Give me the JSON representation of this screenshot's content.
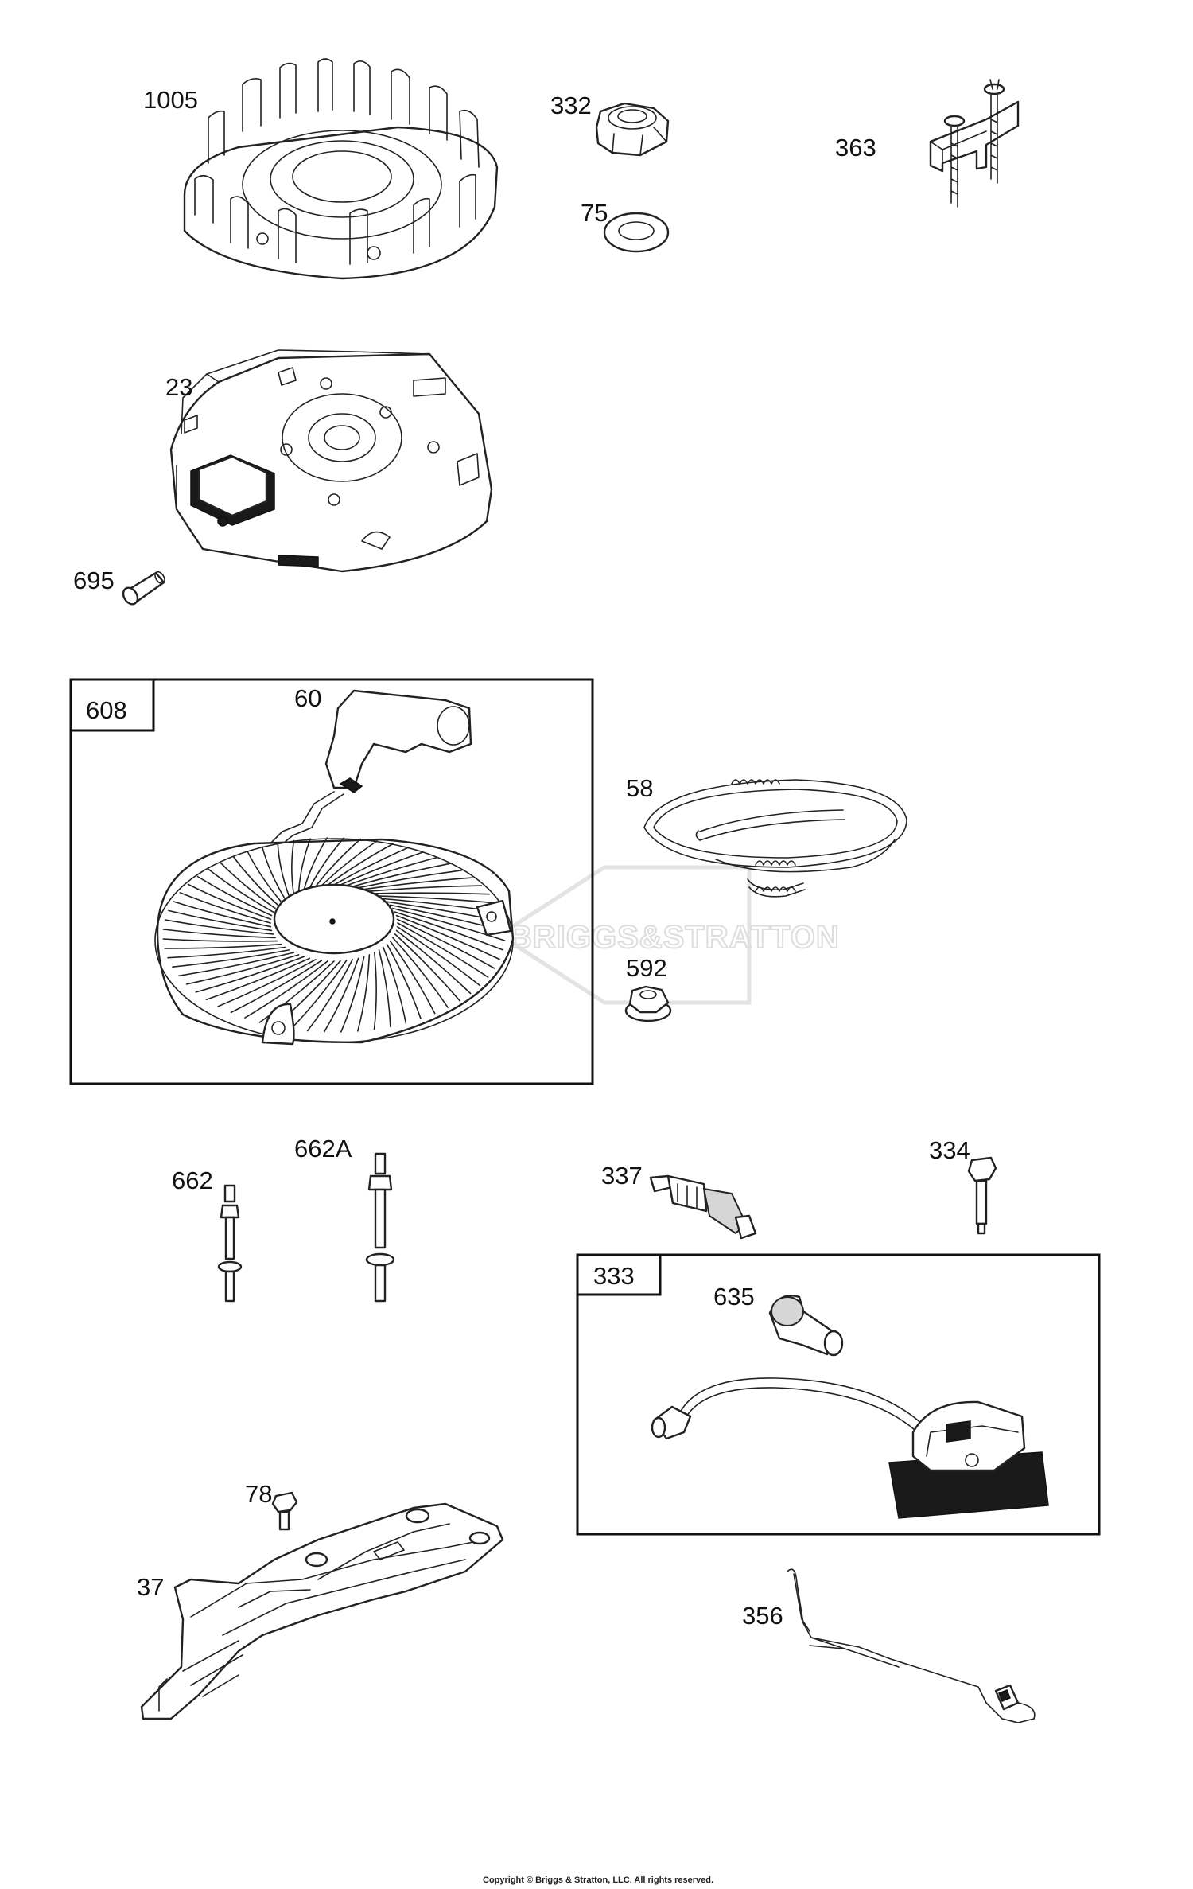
{
  "diagram": {
    "part_labels": {
      "p1005": "1005",
      "p332": "332",
      "p75": "75",
      "p363": "363",
      "p23": "23",
      "p695": "695",
      "p60": "60",
      "p58": "58",
      "p592": "592",
      "p662": "662",
      "p662a": "662A",
      "p337": "337",
      "p334": "334",
      "p635": "635",
      "p78": "78",
      "p37": "37",
      "p356": "356"
    },
    "kit_boxes": {
      "k608": "608",
      "k333": "333"
    },
    "watermark": "BRIGGS&STRATTON",
    "copyright": "Copyright © Briggs & Stratton, LLC. All rights reserved."
  }
}
